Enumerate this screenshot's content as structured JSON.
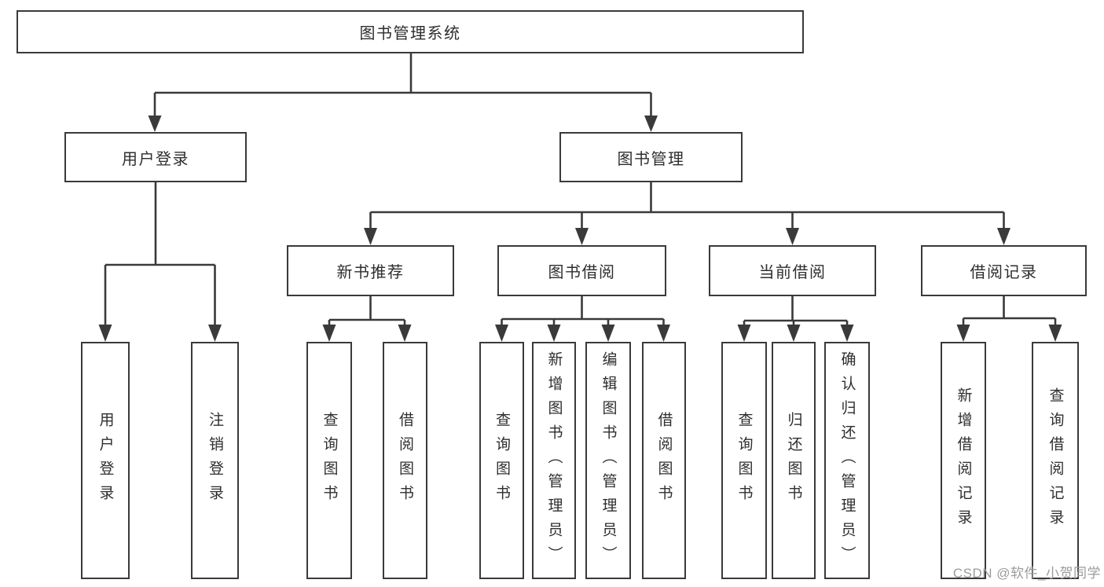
{
  "diagram_title": "图书管理系统",
  "tree": {
    "root": {
      "label": "图书管理系统",
      "children": [
        {
          "label": "用户登录",
          "children": [
            {
              "label": "用户登录"
            },
            {
              "label": "注销登录"
            }
          ]
        },
        {
          "label": "图书管理",
          "children": [
            {
              "label": "新书推荐",
              "children": [
                {
                  "label": "查询图书"
                },
                {
                  "label": "借阅图书"
                }
              ]
            },
            {
              "label": "图书借阅",
              "children": [
                {
                  "label": "查询图书"
                },
                {
                  "label": "新增图书（管理员）"
                },
                {
                  "label": "编辑图书（管理员）"
                },
                {
                  "label": "借阅图书"
                }
              ]
            },
            {
              "label": "当前借阅",
              "children": [
                {
                  "label": "查询图书"
                },
                {
                  "label": "归还图书"
                },
                {
                  "label": "确认归还（管理员）"
                }
              ]
            },
            {
              "label": "借阅记录",
              "children": [
                {
                  "label": "新增借阅记录"
                },
                {
                  "label": "查询借阅记录"
                }
              ]
            }
          ]
        }
      ]
    }
  },
  "watermark": {
    "text": "CSDN @软件_小贺同学"
  },
  "colors": {
    "line": "#3a3a3a",
    "text": "#2e2e2e",
    "watermark": "#9b9b9b",
    "background": "#ffffff"
  }
}
